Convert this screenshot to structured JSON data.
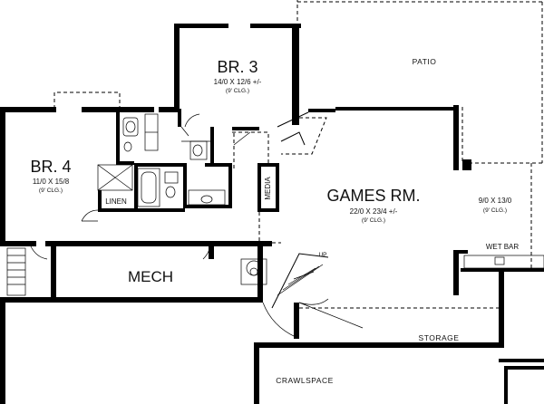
{
  "rooms": {
    "br3": {
      "name": "BR. 3",
      "size": "14/0 X 12/6 +/-",
      "ceiling": "(9' CLG.)"
    },
    "br4": {
      "name": "BR. 4",
      "size": "11/0 X 15/8",
      "ceiling": "(9' CLG.)"
    },
    "games": {
      "name": "GAMES RM.",
      "size": "22/0 X 23/4 +/-",
      "ceiling": "(9' CLG.)"
    },
    "alcove": {
      "size": "9/0 X 13/0",
      "ceiling": "(9' CLG.)"
    },
    "patio": {
      "name": "PATIO"
    },
    "mech": {
      "name": "MECH"
    },
    "storage": {
      "name": "STORAGE"
    },
    "crawlspace": {
      "name": "CRAWLSPACE"
    },
    "linen": {
      "name": "LINEN"
    },
    "media": {
      "name": "MEDIA"
    },
    "wetbar": {
      "name": "WET BAR"
    },
    "stair": {
      "label": "UP"
    }
  }
}
